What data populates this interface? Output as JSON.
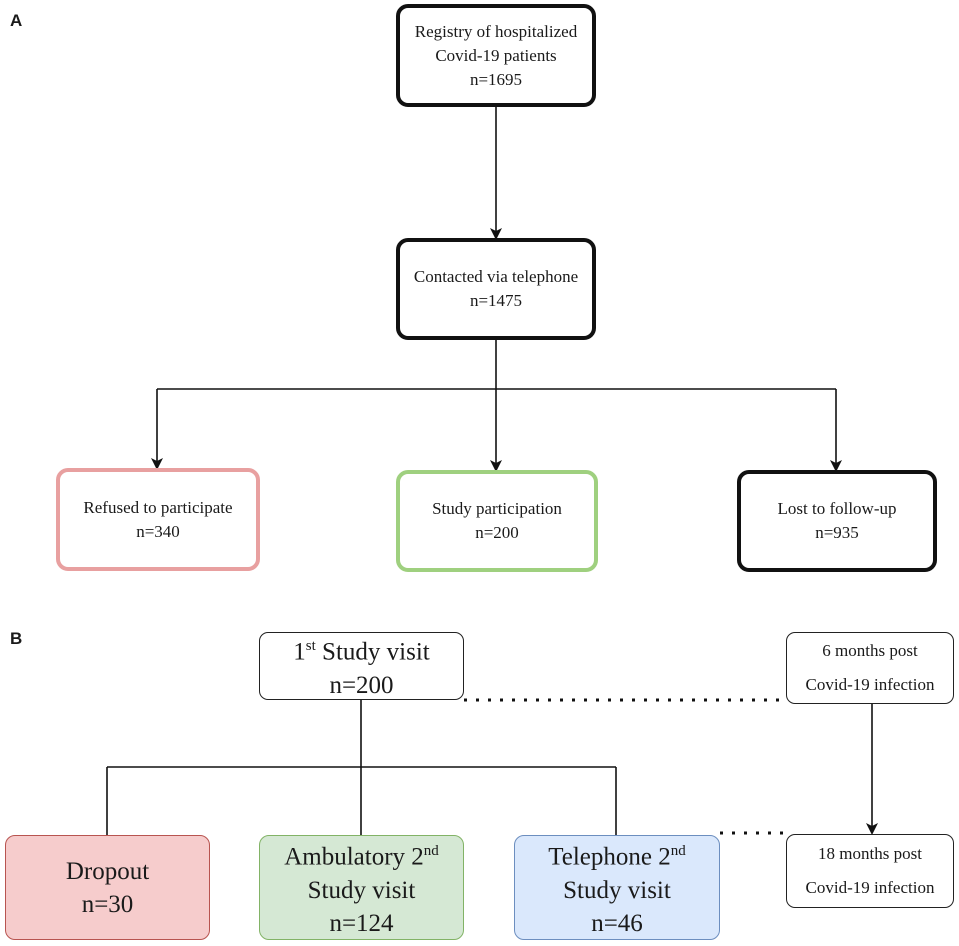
{
  "panel_a": {
    "label": "A",
    "registry": {
      "line1": "Registry of hospitalized",
      "line2": "Covid-19 patients",
      "count": "n=1695"
    },
    "contacted": {
      "line1": "Contacted via telephone",
      "count": "n=1475"
    },
    "refused": {
      "line1": "Refused to participate",
      "count": "n=340",
      "border_color": "#e8a0a0"
    },
    "participation": {
      "line1": "Study participation",
      "count": "n=200",
      "border_color": "#9fd07f"
    },
    "lost": {
      "line1": "Lost to follow-up",
      "count": "n=935",
      "border_color": "#111111"
    }
  },
  "panel_b": {
    "label": "B",
    "first_visit": {
      "ord": "1",
      "sup": "st",
      "rest": " Study visit",
      "count": "n=200"
    },
    "six_months": {
      "line1": "6 months post",
      "line2": "Covid-19 infection"
    },
    "eighteen_months": {
      "line1": "18 months post",
      "line2": "Covid-19 infection"
    },
    "dropout": {
      "line1": "Dropout",
      "count": "n=30",
      "fill": "#f6cccc",
      "border": "#b85450"
    },
    "ambulatory": {
      "pre": "Ambulatory 2",
      "sup": "nd",
      "line2": "Study visit",
      "count": "n=124",
      "fill": "#d5e8d4",
      "border": "#82b366"
    },
    "telephone": {
      "pre": "Telephone 2",
      "sup": "nd",
      "line2": "Study visit",
      "count": "n=46",
      "fill": "#dae8fc",
      "border": "#6c8ebf"
    }
  }
}
